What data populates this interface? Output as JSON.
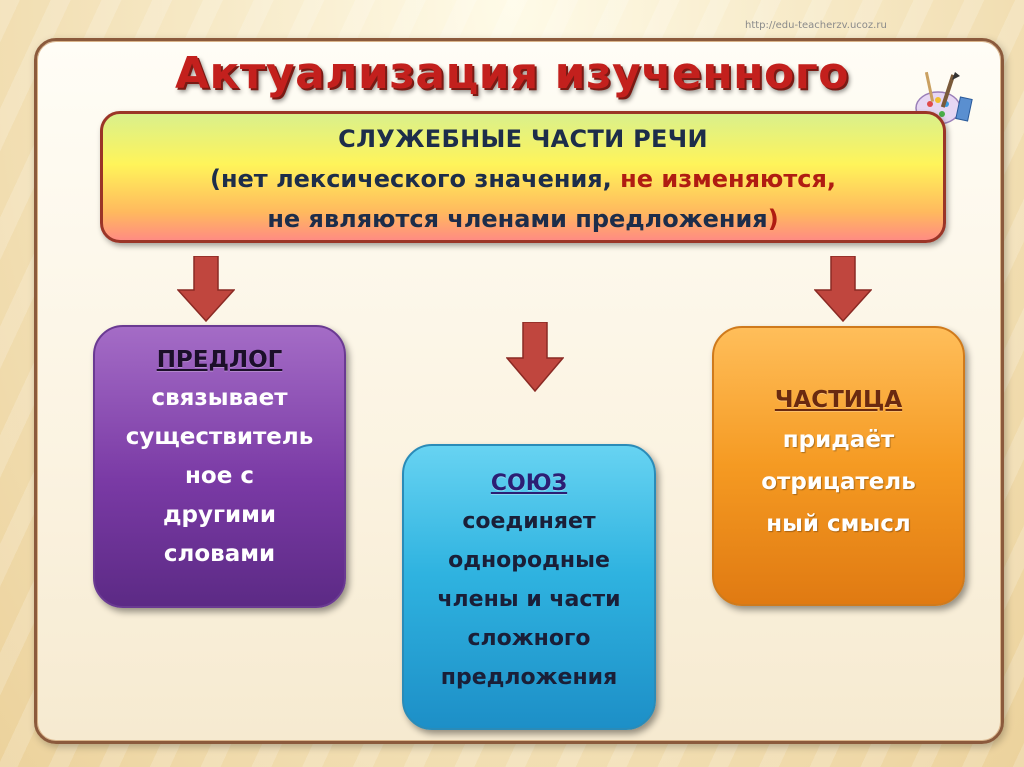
{
  "header": {
    "url": "http://edu-teacherzv.ucoz.ru",
    "title": "Актуализация изученного"
  },
  "top_box": {
    "line1": "СЛУЖЕБНЫЕ ЧАСТИ РЕЧИ",
    "line2_part1": "(нет лексического значения, ",
    "line2_part2": "не изменяются,",
    "line3_part1": "не являются членами предложения",
    "line3_part2": ")"
  },
  "cards": {
    "preposition": {
      "heading": "ПРЕДЛОГ",
      "lines": [
        "связывает",
        "существитель",
        "ное с",
        "другими",
        "словами"
      ]
    },
    "conjunction": {
      "heading": "СОЮЗ",
      "lines": [
        "соединяет",
        "однородные",
        "члены и части",
        "сложного",
        "предложения"
      ]
    },
    "particle": {
      "heading": "ЧАСТИЦА",
      "lines": [
        "придаёт",
        "отрицатель",
        "ный смысл"
      ]
    }
  },
  "colors": {
    "title": "#c3201d",
    "frame": "#8b5a3c",
    "arrow": "#c0463e",
    "preposition_card": "#7a3aa5",
    "conjunction_card": "#2fb3e0",
    "particle_card": "#f59a22"
  },
  "icons": [
    "palette-logo-icon",
    "arrow-down-icon"
  ]
}
